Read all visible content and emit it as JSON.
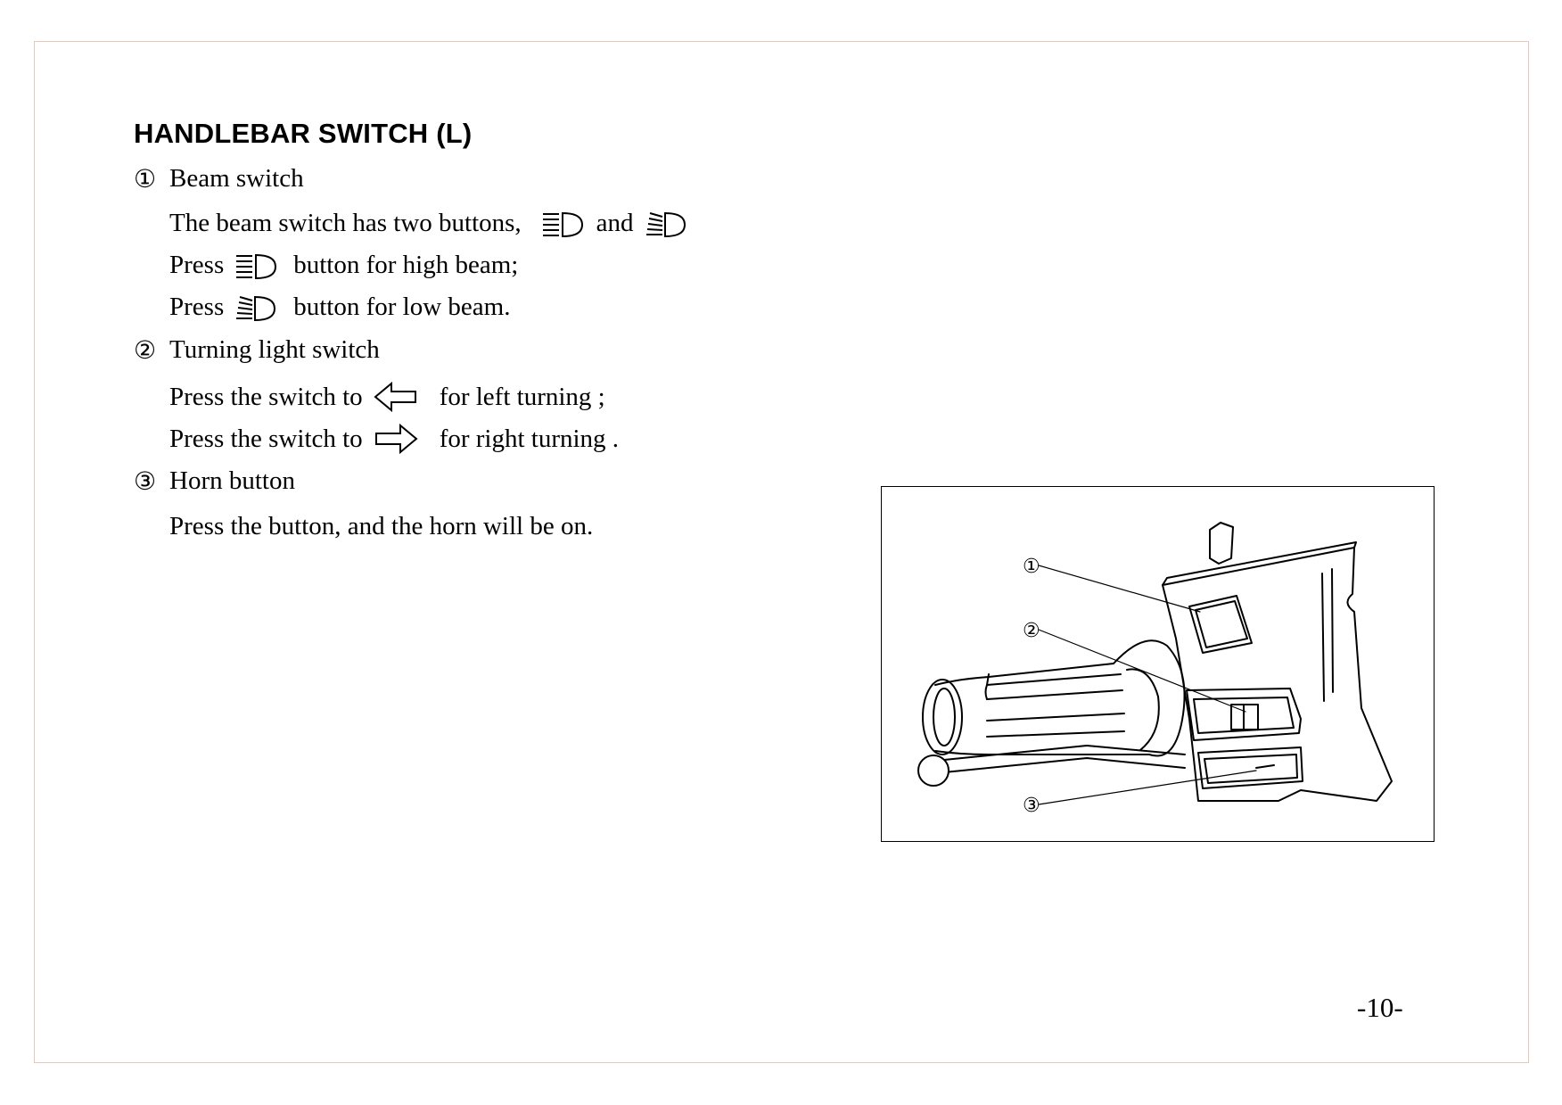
{
  "heading": "HANDLEBAR SWITCH (L)",
  "items": [
    {
      "number": "①",
      "title": "Beam switch",
      "lines": [
        {
          "before": "The beam switch has two buttons,",
          "middle": "and",
          "after": ""
        },
        {
          "before": "Press",
          "after": "button for high beam;"
        },
        {
          "before": "Press",
          "after": "button for low beam."
        }
      ]
    },
    {
      "number": "②",
      "title": "Turning light switch",
      "lines": [
        {
          "before": "Press the switch to",
          "after": "for left turning ;"
        },
        {
          "before": "Press the switch to",
          "after": "for right turning ."
        }
      ]
    },
    {
      "number": "③",
      "title": "Horn button",
      "lines": [
        {
          "text": "Press the button, and the horn will be on."
        }
      ]
    }
  ],
  "icons": {
    "high_beam": "high-beam-icon",
    "low_beam": "low-beam-icon",
    "left_arrow": "left-arrow-icon",
    "right_arrow": "right-arrow-icon"
  },
  "figure": {
    "callouts": [
      "①",
      "②",
      "③"
    ]
  },
  "page_number": "-10-"
}
